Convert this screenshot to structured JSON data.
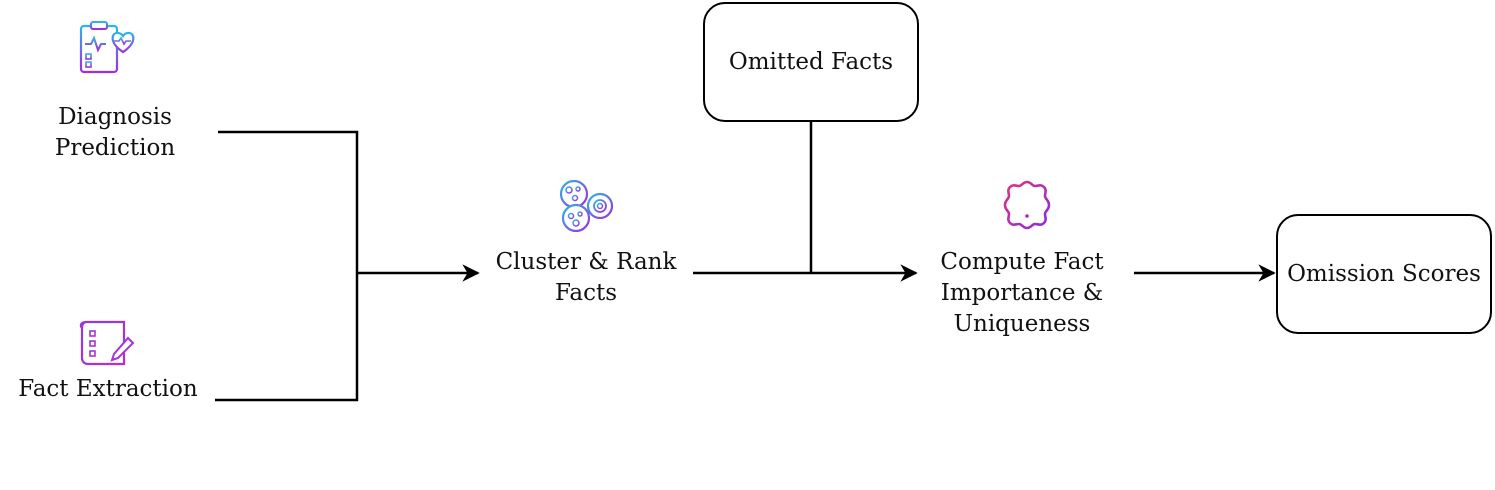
{
  "nodes": {
    "diagnosis_prediction": {
      "line1": "Diagnosis",
      "line2": "Prediction",
      "icon": "medical-clipboard-heart-icon"
    },
    "fact_extraction": {
      "label": "Fact Extraction",
      "icon": "checklist-scroll-pen-icon"
    },
    "cluster_rank": {
      "line1": "Cluster & Rank",
      "line2": "Facts",
      "icon": "cell-clusters-icon"
    },
    "omitted_facts": {
      "label": "Omitted Facts"
    },
    "compute_fact": {
      "line1": "Compute Fact",
      "line2": "Importance &",
      "line3": "Uniqueness",
      "icon": "alert-badge-icon"
    },
    "omission_scores": {
      "label": "Omission Scores"
    }
  },
  "colors": {
    "line": "#000000",
    "icon_gradient_start": "#2ab7e6",
    "icon_gradient_end": "#a32be0",
    "alert_gradient_start": "#e0337a",
    "alert_gradient_end": "#8b2be0"
  }
}
